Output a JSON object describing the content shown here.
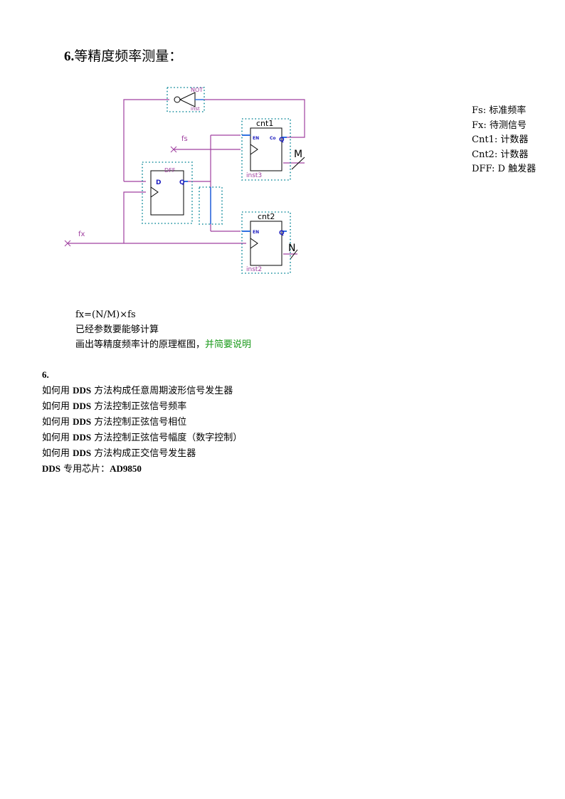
{
  "title": {
    "number": "6.",
    "text": "等精度频率测量："
  },
  "legend": [
    "Fs: 标准频率",
    "Fx: 待测信号",
    "Cnt1: 计数器",
    "Cnt2: 计数器",
    "DFF: D 触发器"
  ],
  "diagram": {
    "not_gate": {
      "type": "NOT",
      "inst": "inst"
    },
    "dff": {
      "type": "DFF",
      "d_pin": "D",
      "q_pin": "Q"
    },
    "cnt1": {
      "label": "cnt1",
      "in_pin": "EN",
      "co_pin": "Co",
      "q_pin": "Q",
      "inst": "inst3",
      "out_bus": "M"
    },
    "cnt2": {
      "label": "cnt2",
      "in_pin": "EN",
      "q_pin": "Q",
      "inst": "inst2",
      "out_bus": "N"
    },
    "fs_label": "fs",
    "fx_label": "fx",
    "colors": {
      "wire": "#a040a0",
      "box": "#1a8f9f",
      "pin": "#2020c0",
      "pin_stub": "#3070e0"
    }
  },
  "notes": {
    "formula": "fx=(N/M)×fs",
    "line2": "已经参数要能够计算",
    "line3_black": "画出等精度频率计的原理框图，",
    "line3_green": "并简要说明"
  },
  "section": {
    "heading": "6.",
    "items": [
      {
        "pre": "如何用 ",
        "bold": "DDS",
        "post": " 方法构成任意周期波形信号发生器"
      },
      {
        "pre": "如何用 ",
        "bold": "DDS",
        "post": " 方法控制正弦信号频率"
      },
      {
        "pre": "如何用 ",
        "bold": "DDS",
        "post": " 方法控制正弦信号相位"
      },
      {
        "pre": "如何用 ",
        "bold": "DDS",
        "post": " 方法控制正弦信号幅度（数字控制）"
      },
      {
        "pre": "如何用 ",
        "bold": "DDS",
        "post": " 方法构成正交信号发生器"
      }
    ],
    "chip": {
      "bold1": "DDS",
      "mid": " 专用芯片：",
      "bold2": "AD9850"
    }
  }
}
